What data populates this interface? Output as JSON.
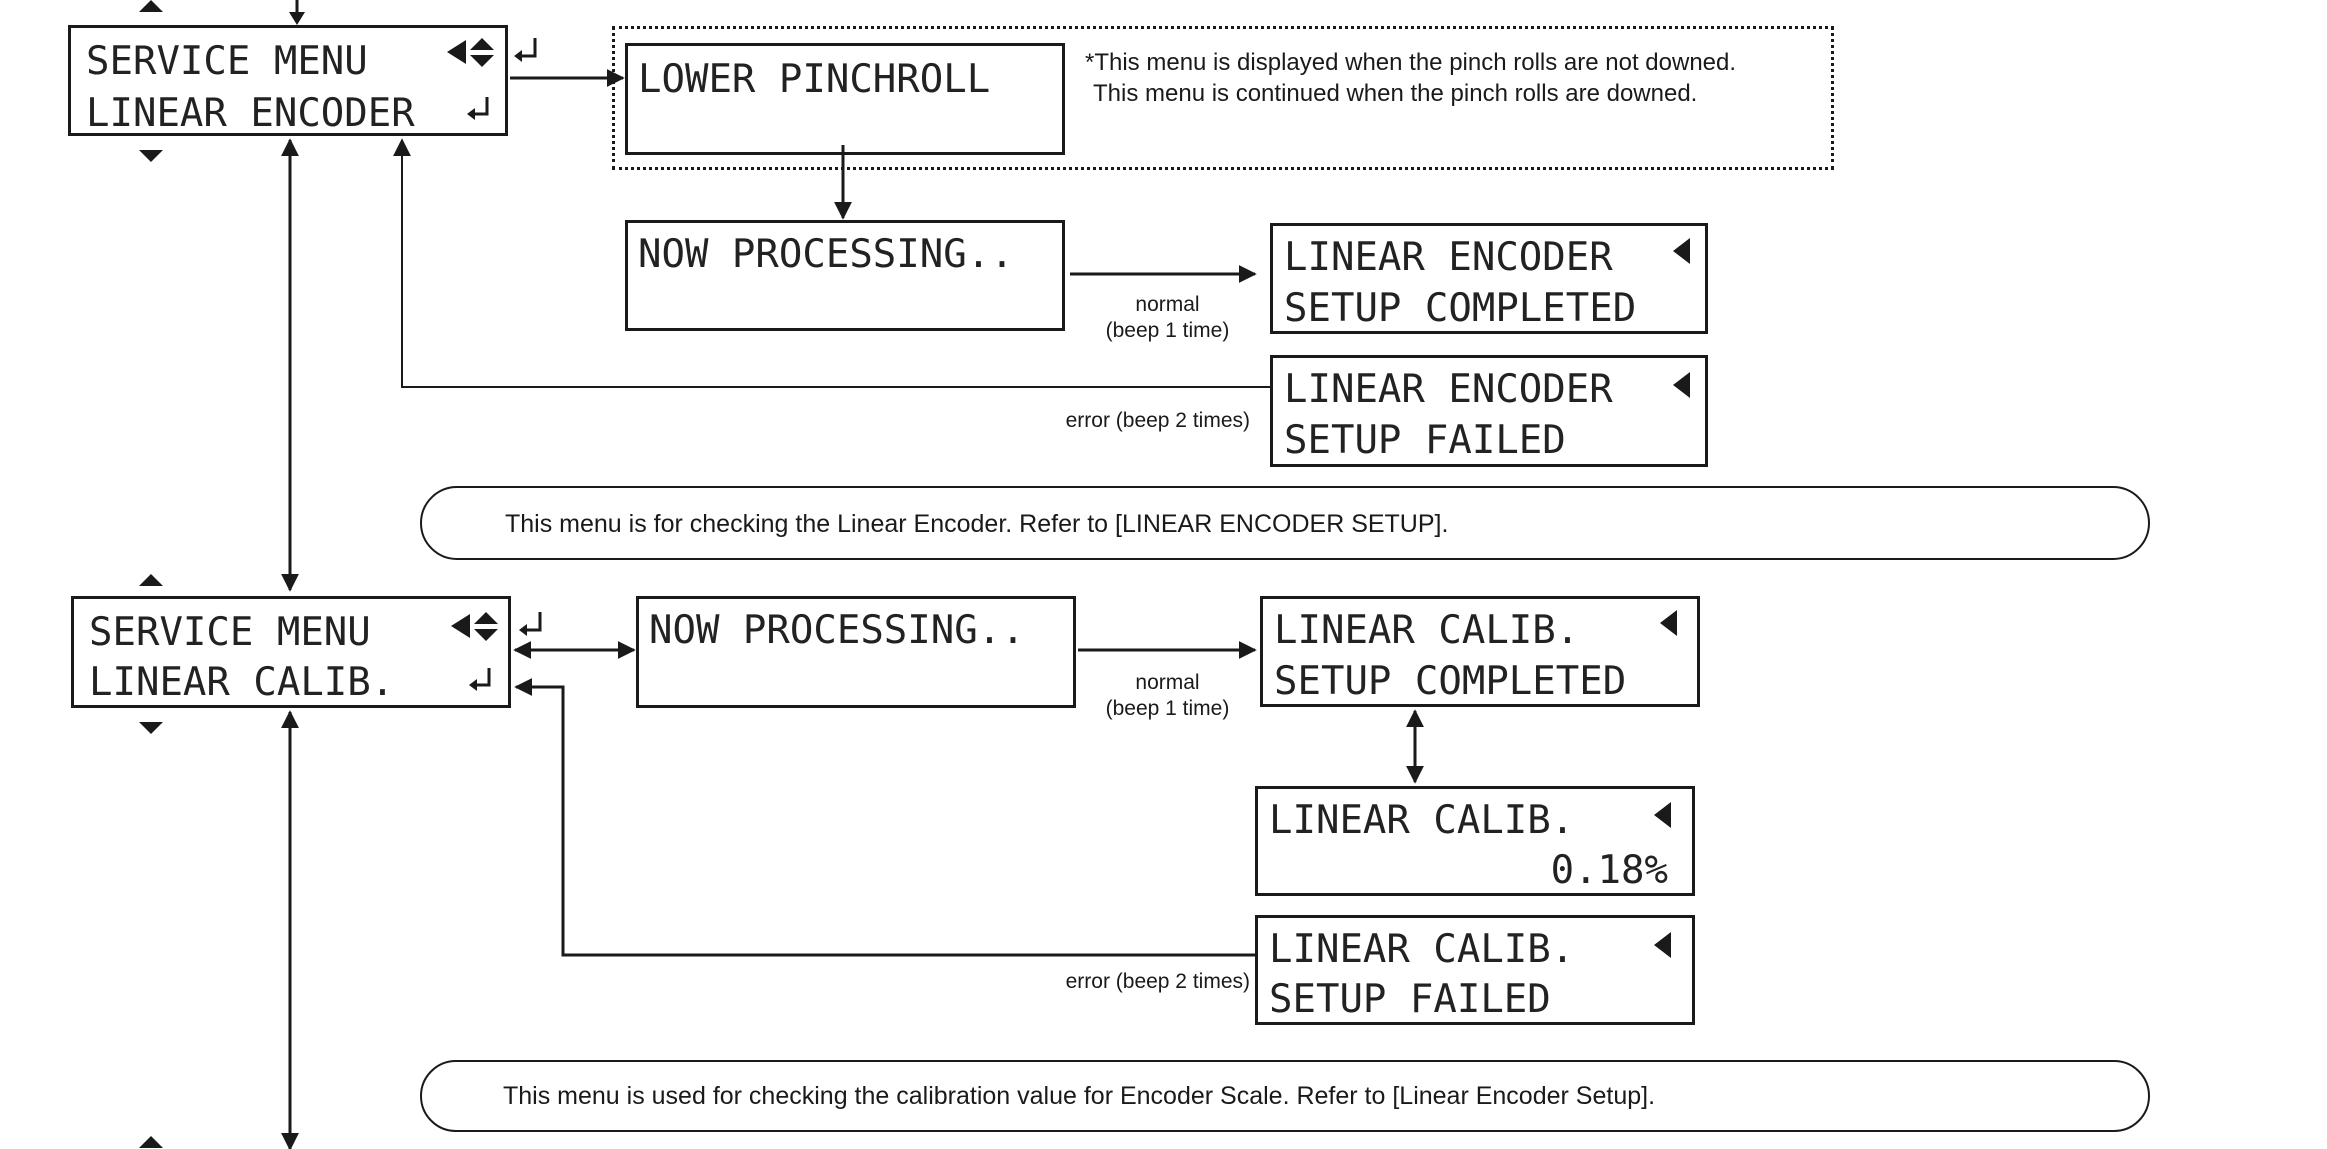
{
  "colors": {
    "ink": "#1a1a1a",
    "background": "#ffffff"
  },
  "screens": {
    "service_encoder": {
      "line1": "SERVICE MENU",
      "line2": "LINEAR ENCODER"
    },
    "lower_pinchroll": {
      "line1": "LOWER PINCHROLL"
    },
    "processing_1": {
      "line1": "NOW PROCESSING.."
    },
    "encoder_completed": {
      "line1": "LINEAR ENCODER",
      "line2": "SETUP COMPLETED"
    },
    "encoder_failed": {
      "line1": "LINEAR ENCODER",
      "line2": "SETUP FAILED"
    },
    "service_calib": {
      "line1": "SERVICE MENU",
      "line2": "LINEAR CALIB."
    },
    "processing_2": {
      "line1": "NOW PROCESSING.."
    },
    "calib_completed": {
      "line1": "LINEAR CALIB.",
      "line2": "SETUP COMPLETED"
    },
    "calib_value": {
      "line1": "LINEAR CALIB.",
      "line2": "0.18%"
    },
    "calib_failed": {
      "line1": "LINEAR CALIB.",
      "line2": "SETUP FAILED"
    }
  },
  "pinchroll_note": {
    "line1": "*This menu is displayed when the pinch rolls are not downed.",
    "line2": "This menu is continued when the pinch rolls are downed."
  },
  "labels": {
    "normal_1": "normal\n(beep 1 time)",
    "error_1": "error (beep 2 times)",
    "normal_2": "normal\n(beep 1 time)",
    "error_2": "error (beep 2 times)"
  },
  "descriptions": {
    "encoder": "This menu is for checking the Linear Encoder. Refer to [LINEAR ENCODER SETUP].",
    "calib": "This menu is used for checking the calibration value for Encoder Scale. Refer to [Linear Encoder Setup]."
  }
}
